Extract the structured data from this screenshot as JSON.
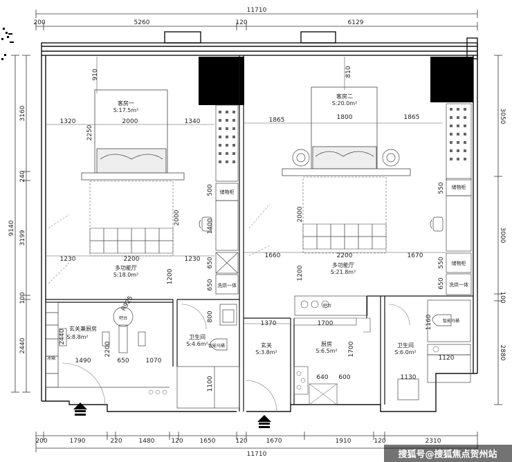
{
  "overall": {
    "top_total": "11710",
    "bottom_total": "11710",
    "left_total": "9140"
  },
  "top_dims": [
    "200",
    "5260",
    "120",
    "6129"
  ],
  "bottom_dims": [
    "200",
    "1790",
    "220",
    "1480",
    "120",
    "1650",
    "120",
    "1670",
    "1910",
    "120",
    "2310"
  ],
  "left_dims": [
    "3160",
    "240",
    "3199",
    "100",
    "2440"
  ],
  "right_dims": [
    "3050",
    "3000",
    "100",
    "2880"
  ],
  "rooms": {
    "guest1": {
      "name": "客房一",
      "area": "S:17.5m²"
    },
    "guest2": {
      "name": "客房二",
      "area": "S:20.0m²"
    },
    "multi1": {
      "name": "多功能厅",
      "area": "S:18.0m²"
    },
    "multi2": {
      "name": "多功能厅",
      "area": "S:21.8m²"
    },
    "foyer_kitchen": {
      "name": "玄关兼厨房",
      "area": "S:8.8m²"
    },
    "bath1": {
      "name": "卫生间",
      "area": "S:4.6m²"
    },
    "foyer": {
      "name": "玄关",
      "area": "S:3.8m²"
    },
    "kitchen": {
      "name": "厨房",
      "area": "S:6.5m²"
    },
    "bath2": {
      "name": "卫生间",
      "area": "S:6.0m²"
    }
  },
  "fixtures": {
    "wardrobe": "储物柜",
    "wash_dry": "洗烘一体",
    "bar": "吧台",
    "fridge": "冰箱",
    "smart_toilet": "智能马桶"
  },
  "inner_dims": {
    "g1_top": "910",
    "g1_w1": "1320",
    "g1_w2": "2000",
    "g1_w3": "1340",
    "g1_bed": "2250",
    "g1_2200": "2200",
    "g2_top": "810",
    "g2_w1": "1865",
    "g2_w2": "1800",
    "g2_w3": "1865",
    "g2_2200": "2200",
    "m1_left": "1230",
    "m1_mid": "2200",
    "m1_right": "1230",
    "m1_h": "2000",
    "m1_h2": "1200",
    "m2_left": "1660",
    "m2_mid": "2200",
    "m2_right": "1670",
    "m2_h": "2000",
    "m2_h2": "1200",
    "cab_500": "500",
    "cab_1400": "1400",
    "cab_650a": "650",
    "cab_650b": "650",
    "cab2_550a": "550",
    "cab2_550b": "550",
    "cab2_650": "650",
    "fk_r": "R925",
    "fk_1490": "1490",
    "fk_650": "650",
    "fk_1070": "1070",
    "fk_2200": "2200",
    "b1_800": "800",
    "b1_1100": "1100",
    "k_1370": "1370",
    "k_1700": "1700",
    "k_1700v": "1700",
    "k_640": "640",
    "k_600": "600",
    "b2_1160": "1160",
    "b2_1120": "1120",
    "b2_1130": "1130"
  },
  "watermark": "搜狐号@搜狐焦点贺州站"
}
